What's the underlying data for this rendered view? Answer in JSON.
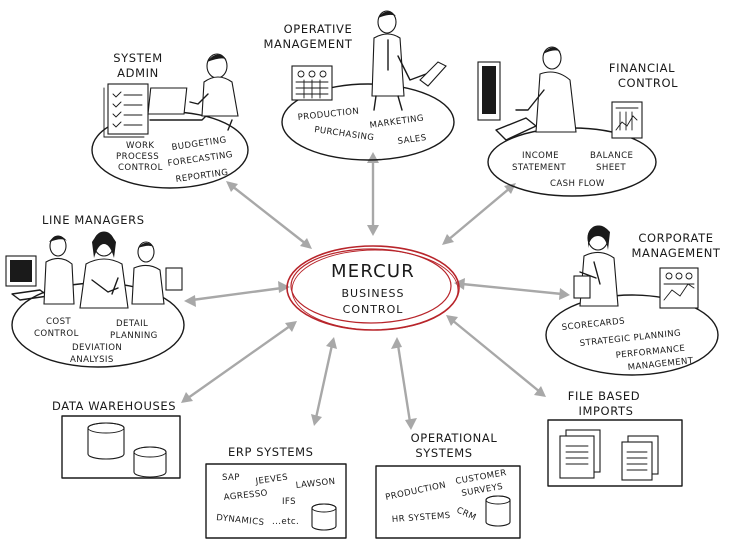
{
  "center": {
    "title": "MERCUR",
    "line1": "BUSINESS",
    "line2": "CONTROL",
    "ring_color": "#b8252b"
  },
  "nodes": {
    "system_admin": {
      "title1": "SYSTEM",
      "title2": "ADMIN",
      "labels": [
        "WORK",
        "PROCESS",
        "CONTROL",
        "BUDGETING",
        "FORECASTING",
        "REPORTING"
      ]
    },
    "operative_management": {
      "title1": "OPERATIVE",
      "title2": "MANAGEMENT",
      "labels": [
        "PRODUCTION",
        "MARKETING",
        "PURCHASING",
        "SALES"
      ]
    },
    "financial_control": {
      "title1": "FINANCIAL",
      "title2": "CONTROL",
      "labels": [
        "INCOME",
        "STATEMENT",
        "BALANCE",
        "SHEET",
        "CASH FLOW"
      ]
    },
    "line_managers": {
      "title": "LINE MANAGERS",
      "labels": [
        "COST",
        "CONTROL",
        "DETAIL",
        "PLANNING",
        "DEVIATION",
        "ANALYSIS"
      ]
    },
    "corporate_management": {
      "title1": "CORPORATE",
      "title2": "MANAGEMENT",
      "labels": [
        "SCORECARDS",
        "STRATEGIC PLANNING",
        "PERFORMANCE",
        "MANAGEMENT"
      ]
    },
    "data_warehouses": {
      "title": "DATA WAREHOUSES"
    },
    "erp_systems": {
      "title": "ERP SYSTEMS",
      "labels": [
        "SAP",
        "JEEVES",
        "LAWSON",
        "AGRESSO",
        "IFS",
        "DYNAMICS",
        "...etc."
      ]
    },
    "operational_systems": {
      "title1": "OPERATIONAL",
      "title2": "SYSTEMS",
      "labels": [
        "PRODUCTION",
        "CUSTOMER",
        "SURVEYS",
        "HR SYSTEMS",
        "CRM"
      ]
    },
    "file_based_imports": {
      "title1": "FILE BASED",
      "title2": "IMPORTS"
    }
  }
}
